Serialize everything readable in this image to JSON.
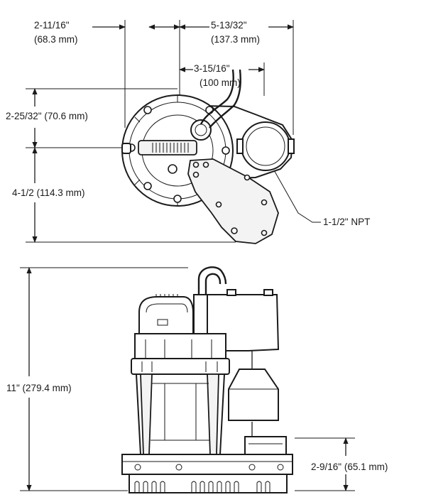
{
  "top_view": {
    "width_left": {
      "imperial": "2-11/16\"",
      "metric": "(68.3 mm)"
    },
    "width_right": {
      "imperial": "5-13/32\"",
      "metric": "(137.3 mm)"
    },
    "cord_offset": {
      "imperial": "3-15/16\"",
      "metric": "(100 mm)"
    },
    "upper_depth": "2-25/32\" (70.6 mm)",
    "lower_depth": "4-1/2 (114.3 mm)",
    "discharge_label": "1-1/2\" NPT"
  },
  "side_view": {
    "height": "11\" (279.4 mm)",
    "inlet_height": "2-9/16\" (65.1 mm)"
  }
}
